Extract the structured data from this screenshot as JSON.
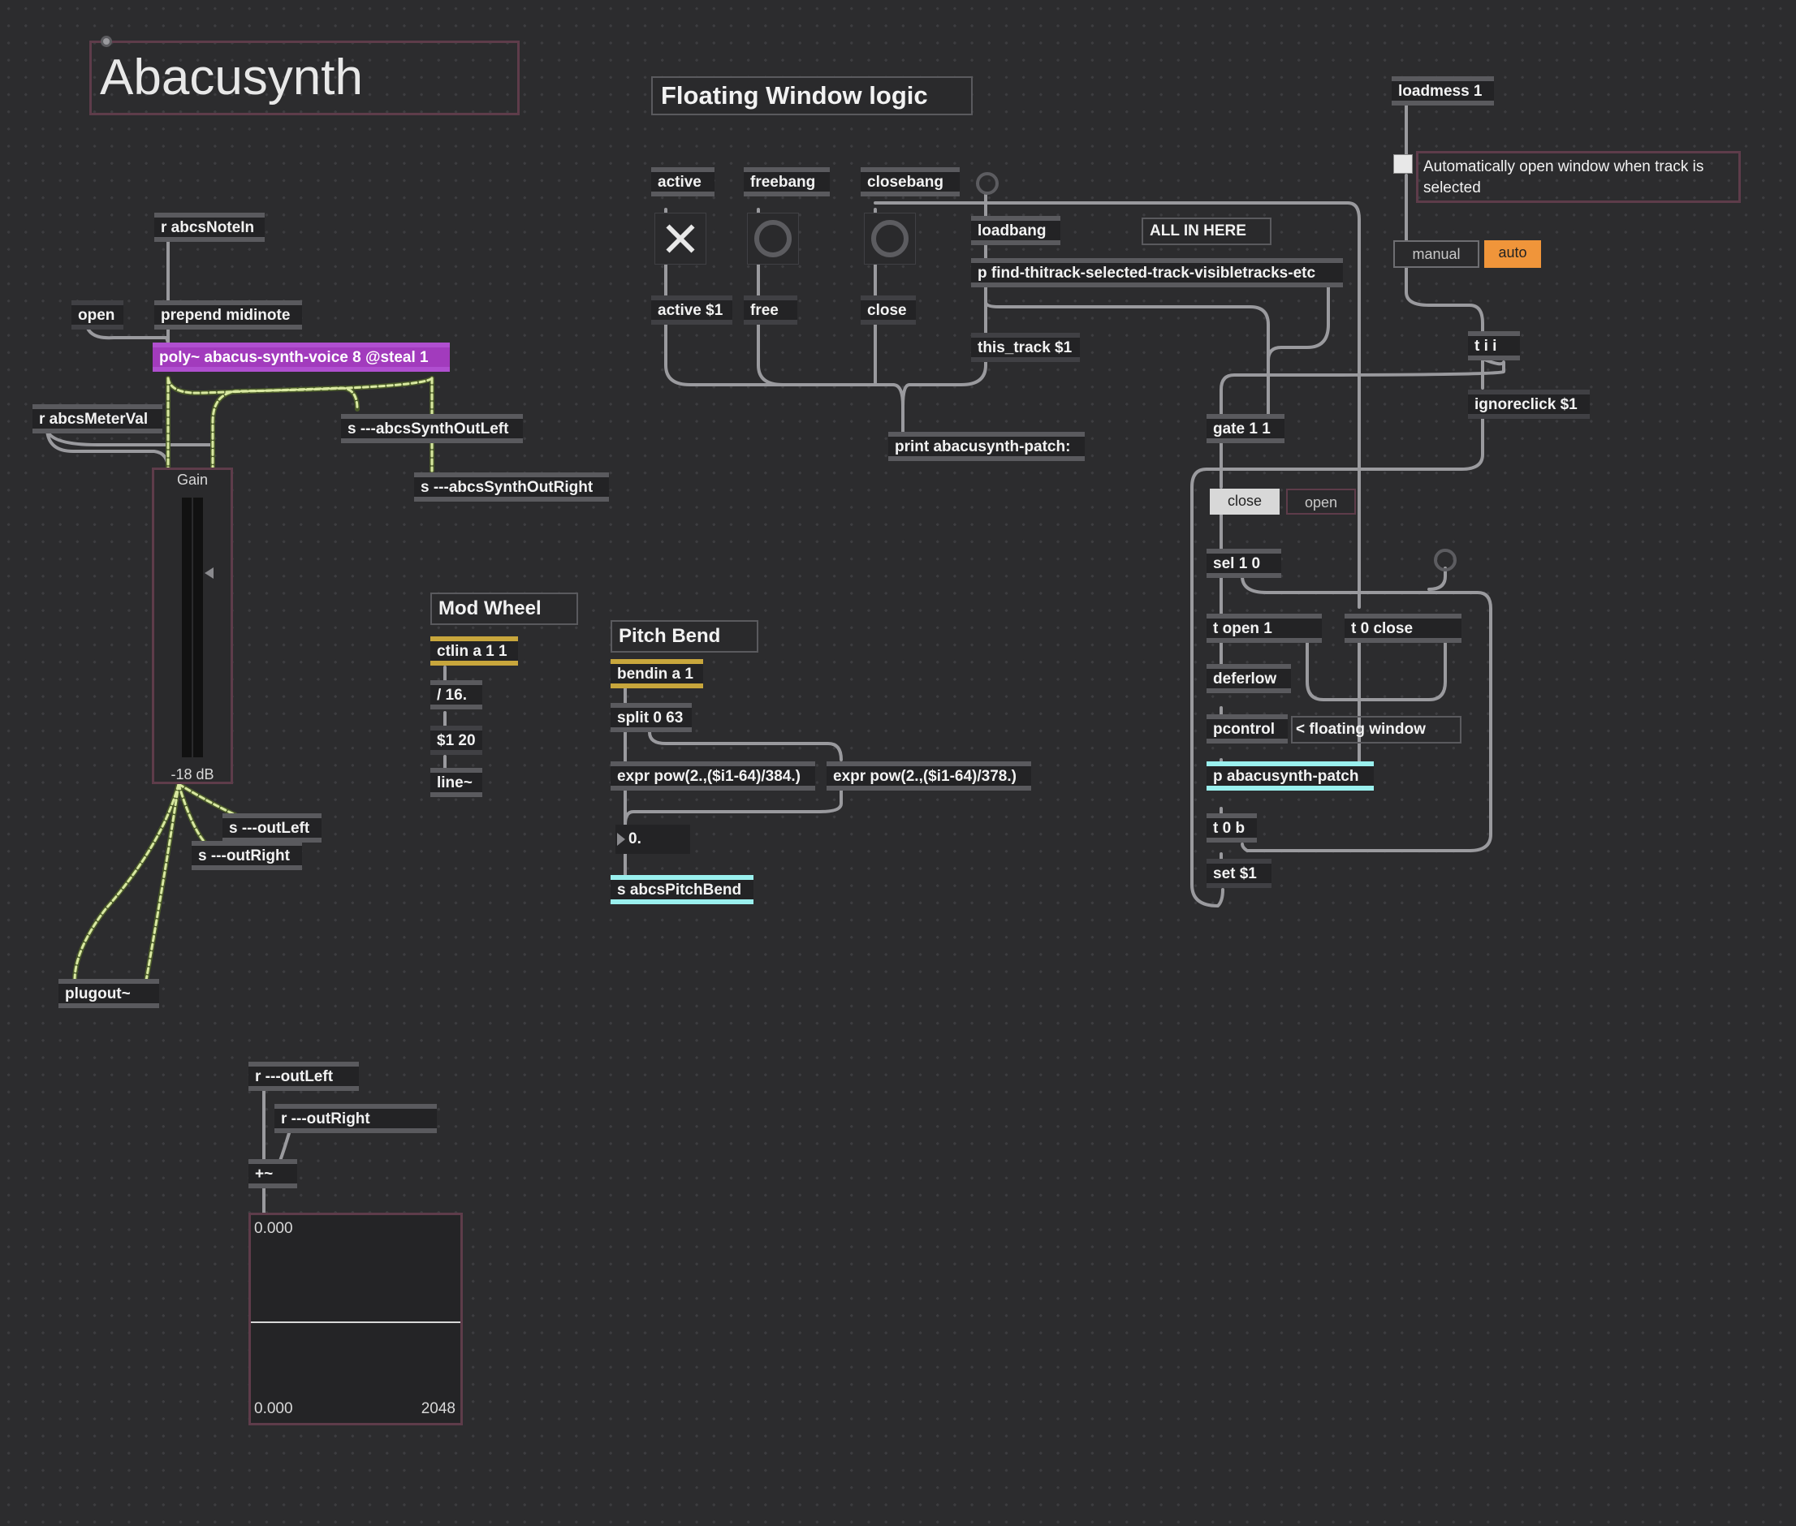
{
  "title": "Abacusynth",
  "sections": {
    "floating_window": "Floating Window logic",
    "mod_wheel": "Mod Wheel",
    "pitch_bend": "Pitch Bend",
    "all_in_here": "ALL IN HERE",
    "auto_open_comment": "Automatically open window when track is selected",
    "floating_window_comment": "< floating window"
  },
  "objects": {
    "r_note_in": "r abcsNoteIn",
    "open_msg": "open",
    "prepend": "prepend midinote",
    "poly": "poly~ abacus-synth-voice 8 @steal 1",
    "r_meter": "r abcsMeterVal",
    "s_out_left": "s ---abcsSynthOutLeft",
    "s_out_right": "s ---abcsSynthOutRight",
    "s_outleft": "s ---outLeft",
    "s_outright": "s ---outRight",
    "plugout": "plugout~",
    "r_outleft": "r ---outLeft",
    "r_outright": "r ---outRight",
    "plus": "+~",
    "active": "active",
    "freebang": "freebang",
    "closebang": "closebang",
    "active_msg": "active $1",
    "free_msg": "free",
    "close_msg": "close",
    "loadbang": "loadbang",
    "p_find": "p find-thitrack-selected-track-visibletracks-etc",
    "this_track": "this_track $1",
    "print": "print abacusynth-patch:",
    "loadmess": "loadmess 1",
    "tii": "t i i",
    "ignoreclick": "ignoreclick $1",
    "gate": "gate 1 1",
    "sel": "sel 1 0",
    "t_open": "t open 1",
    "t_close": "t 0 close",
    "deferlow": "deferlow",
    "pcontrol": "pcontrol",
    "p_patch": "p abacusynth-patch",
    "t0b": "t 0 b",
    "set": "set $1",
    "ctlin": "ctlin a 1 1",
    "div16": "/ 16.",
    "d120": "$1 20",
    "line": "line~",
    "bendin": "bendin a 1",
    "split": "split 0 63",
    "expr1": "expr pow(2.,($i1-64)/384.)",
    "expr2": "expr pow(2.,($i1-64)/378.)",
    "s_pitch": "s abcsPitchBend"
  },
  "ui": {
    "manual": "manual",
    "auto": "auto",
    "close_tab": "close",
    "open_tab": "open",
    "gain_label": "Gain",
    "gain_db": "-18 dB",
    "number": "0.",
    "scope_top": "0.000",
    "scope_bottom": "0.000",
    "scope_right": "2048"
  },
  "colors": {
    "background": "#2c2c2e",
    "poly_accent": "#a23bbd",
    "send_accent": "#9af0ee",
    "midi_accent": "#c8a63c",
    "auto_accent": "#f0953a",
    "signal_wire": "#d8e8a0"
  }
}
